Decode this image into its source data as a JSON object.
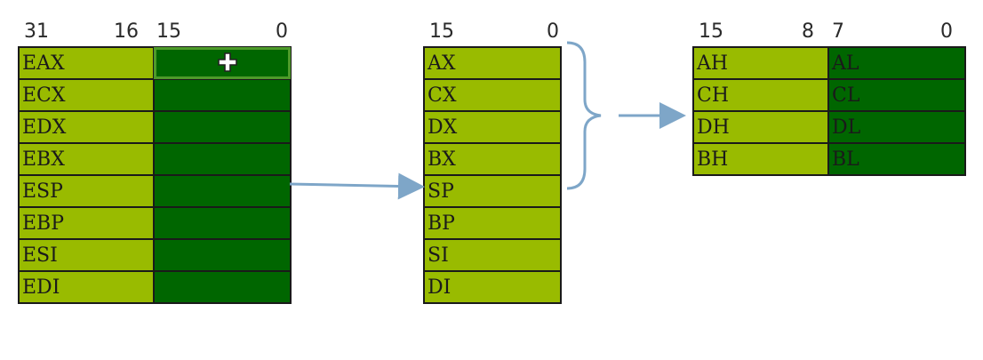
{
  "left": {
    "bits": [
      "31",
      "16",
      "15",
      "0"
    ],
    "rows": [
      "EAX",
      "ECX",
      "EDX",
      "EBX",
      "ESP",
      "EBP",
      "ESI",
      "EDI"
    ]
  },
  "middle": {
    "bits": [
      "15",
      "0"
    ],
    "rows": [
      "AX",
      "CX",
      "DX",
      "BX",
      "SP",
      "BP",
      "SI",
      "DI"
    ]
  },
  "right": {
    "bits": [
      "15",
      "8",
      "7",
      "0"
    ],
    "rows": [
      {
        "high": "AH",
        "low": "AL"
      },
      {
        "high": "CH",
        "low": "CL"
      },
      {
        "high": "DH",
        "low": "DL"
      },
      {
        "high": "BH",
        "low": "BL"
      }
    ]
  },
  "colors": {
    "light": "#99bb00",
    "dark": "#006600",
    "arrow": "#7ea6c8"
  },
  "icons": {
    "cursor": "move-cursor-icon"
  }
}
